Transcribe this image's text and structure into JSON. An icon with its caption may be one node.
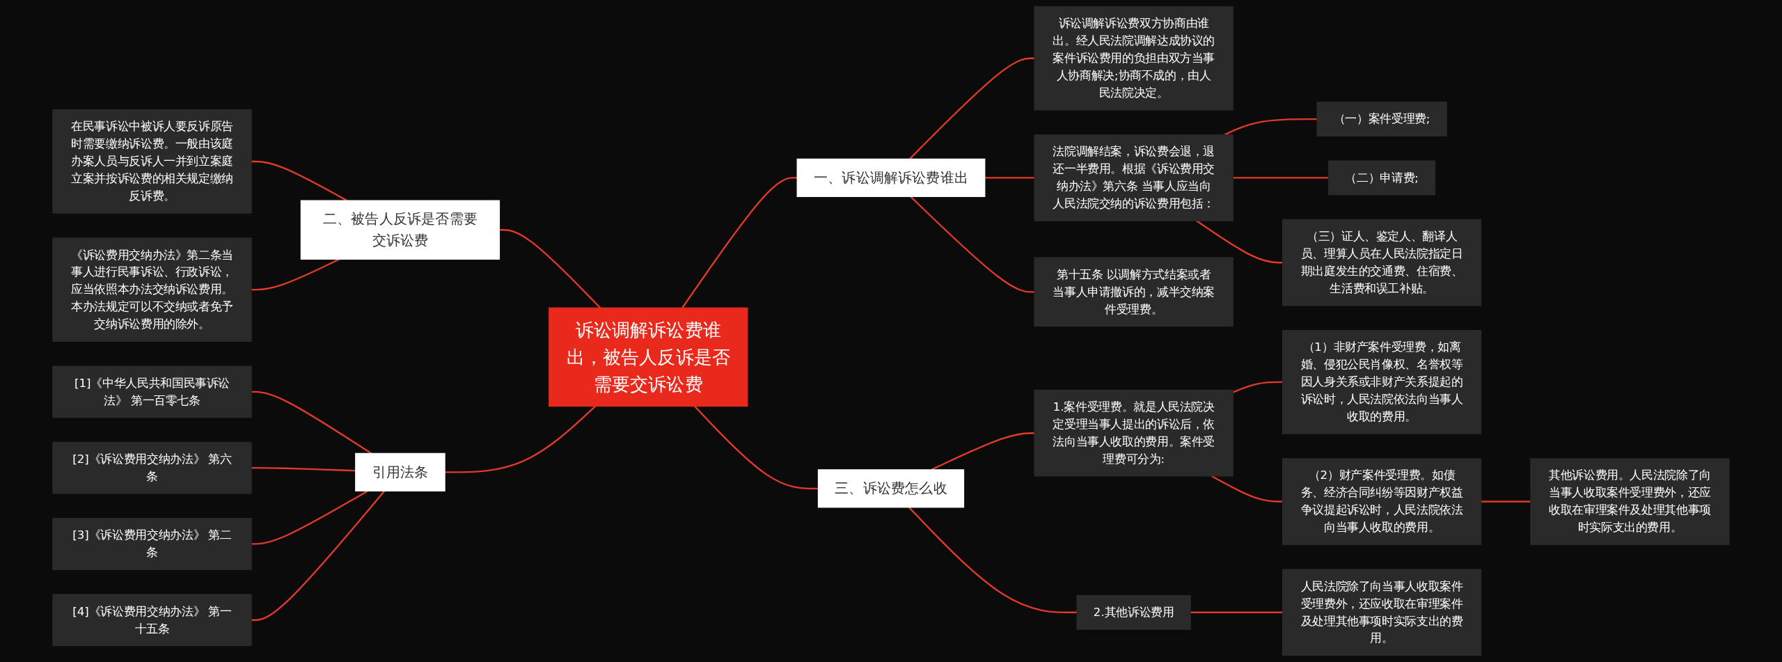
{
  "diagram": {
    "nodes": [
      {
        "text": [
          "诉讼调解诉讼费谁出，被告人反诉是否需要交诉讼费"
        ]
      },
      {
        "text": [
          "一、诉讼调解诉讼费谁出"
        ]
      },
      {
        "text": [
          "诉讼调解诉讼费双方协商由谁出。经人民法院调解达成协议的案件诉讼费用的负担由双方当事人协商解决;协商不成的，由人民法院决定。"
        ]
      },
      {
        "text": [
          "法院调解结案，诉讼费会退，退还一半费用。根据《诉讼费用交纳办法》第六条 当事人应当向人民法院交纳的诉讼费用包括："
        ]
      },
      {
        "text": [
          "（一）案件受理费;"
        ]
      },
      {
        "text": [
          "（二）申请费;"
        ]
      },
      {
        "text": [
          "（三）证人、鉴定人、翻译人员、理算人员在人民法院指定日期出庭发生的交通费、住宿费、生活费和误工补贴。"
        ]
      },
      {
        "text": [
          "第十五条 以调解方式结案或者当事人申请撤诉的，减半交纳案件受理费。"
        ]
      },
      {
        "text": [
          "三、诉讼费怎么收"
        ]
      },
      {
        "text": [
          "1.案件受理费。就是人民法院决定受理当事人提出的诉讼后，依法向当事人收取的费用。案件受理费可分为:"
        ]
      },
      {
        "text": [
          "（1）非财产案件受理费，如离婚、侵犯公民肖像权、名誉权等因人身关系或非财产关系提起的诉讼时，人民法院依法向当事人收取的费用。"
        ]
      },
      {
        "text": [
          "（2）财产案件受理费。如债务、经济合同纠纷等因财产权益争议提起诉讼时，人民法院依法向当事人收取的费用。"
        ]
      },
      {
        "text": [
          "其他诉讼费用。人民法院除了向当事人收取案件受理费外，还应收取在审理案件及处理其他事项时实际支出的费用。"
        ]
      },
      {
        "text": [
          "2.其他诉讼费用"
        ]
      },
      {
        "text": [
          "人民法院除了向当事人收取案件受理费外，还应收取在审理案件及处理其他事项时实际支出的费用。"
        ]
      },
      {
        "text": [
          "二、被告人反诉是否需要交诉讼费"
        ]
      },
      {
        "text": [
          "在民事诉讼中被诉人要反诉原告时需要缴纳诉讼费。一般由该庭办案人员与反诉人一并到立案庭立案并按诉讼费的相关规定缴纳反诉费。"
        ]
      },
      {
        "text": [
          "《诉讼费用交纳办法》第二条当事人进行民事诉讼、行政诉讼，应当依照本办法交纳诉讼费用。本办法规定可以不交纳或者免予交纳诉讼费用的除外。"
        ]
      },
      {
        "text": [
          "引用法条"
        ]
      },
      {
        "text": [
          "[1]《中华人民共和国民事诉讼法》 第一百零七条"
        ]
      },
      {
        "text": [
          "[2]《诉讼费用交纳办法》 第六条"
        ]
      },
      {
        "text": [
          "[3]《诉讼费用交纳办法》 第二条"
        ]
      },
      {
        "text": [
          "[4]《诉讼费用交纳办法》 第一十五条"
        ]
      }
    ],
    "edges": [
      {
        "from": 0,
        "to": 1,
        "arrow": "none"
      },
      {
        "from": 1,
        "to": 2,
        "arrow": "none"
      },
      {
        "from": 1,
        "to": 3,
        "arrow": "none"
      },
      {
        "from": 3,
        "to": 4,
        "arrow": "none"
      },
      {
        "from": 3,
        "to": 5,
        "arrow": "none"
      },
      {
        "from": 3,
        "to": 6,
        "arrow": "none"
      },
      {
        "from": 1,
        "to": 7,
        "arrow": "none"
      },
      {
        "from": 0,
        "to": 8,
        "arrow": "none"
      },
      {
        "from": 8,
        "to": 9,
        "arrow": "none"
      },
      {
        "from": 9,
        "to": 10,
        "arrow": "none"
      },
      {
        "from": 9,
        "to": 11,
        "arrow": "none"
      },
      {
        "from": 11,
        "to": 12,
        "arrow": "none"
      },
      {
        "from": 8,
        "to": 13,
        "arrow": "none"
      },
      {
        "from": 13,
        "to": 14,
        "arrow": "none"
      },
      {
        "from": 15,
        "to": 0,
        "arrow": "none"
      },
      {
        "from": 16,
        "to": 15,
        "arrow": "none"
      },
      {
        "from": 17,
        "to": 15,
        "arrow": "none"
      },
      {
        "from": 18,
        "to": 0,
        "arrow": "none"
      },
      {
        "from": 19,
        "to": 18,
        "arrow": "none"
      },
      {
        "from": 20,
        "to": 18,
        "arrow": "none"
      },
      {
        "from": 21,
        "to": 18,
        "arrow": "none"
      },
      {
        "from": 22,
        "to": 18,
        "arrow": "none"
      }
    ]
  }
}
